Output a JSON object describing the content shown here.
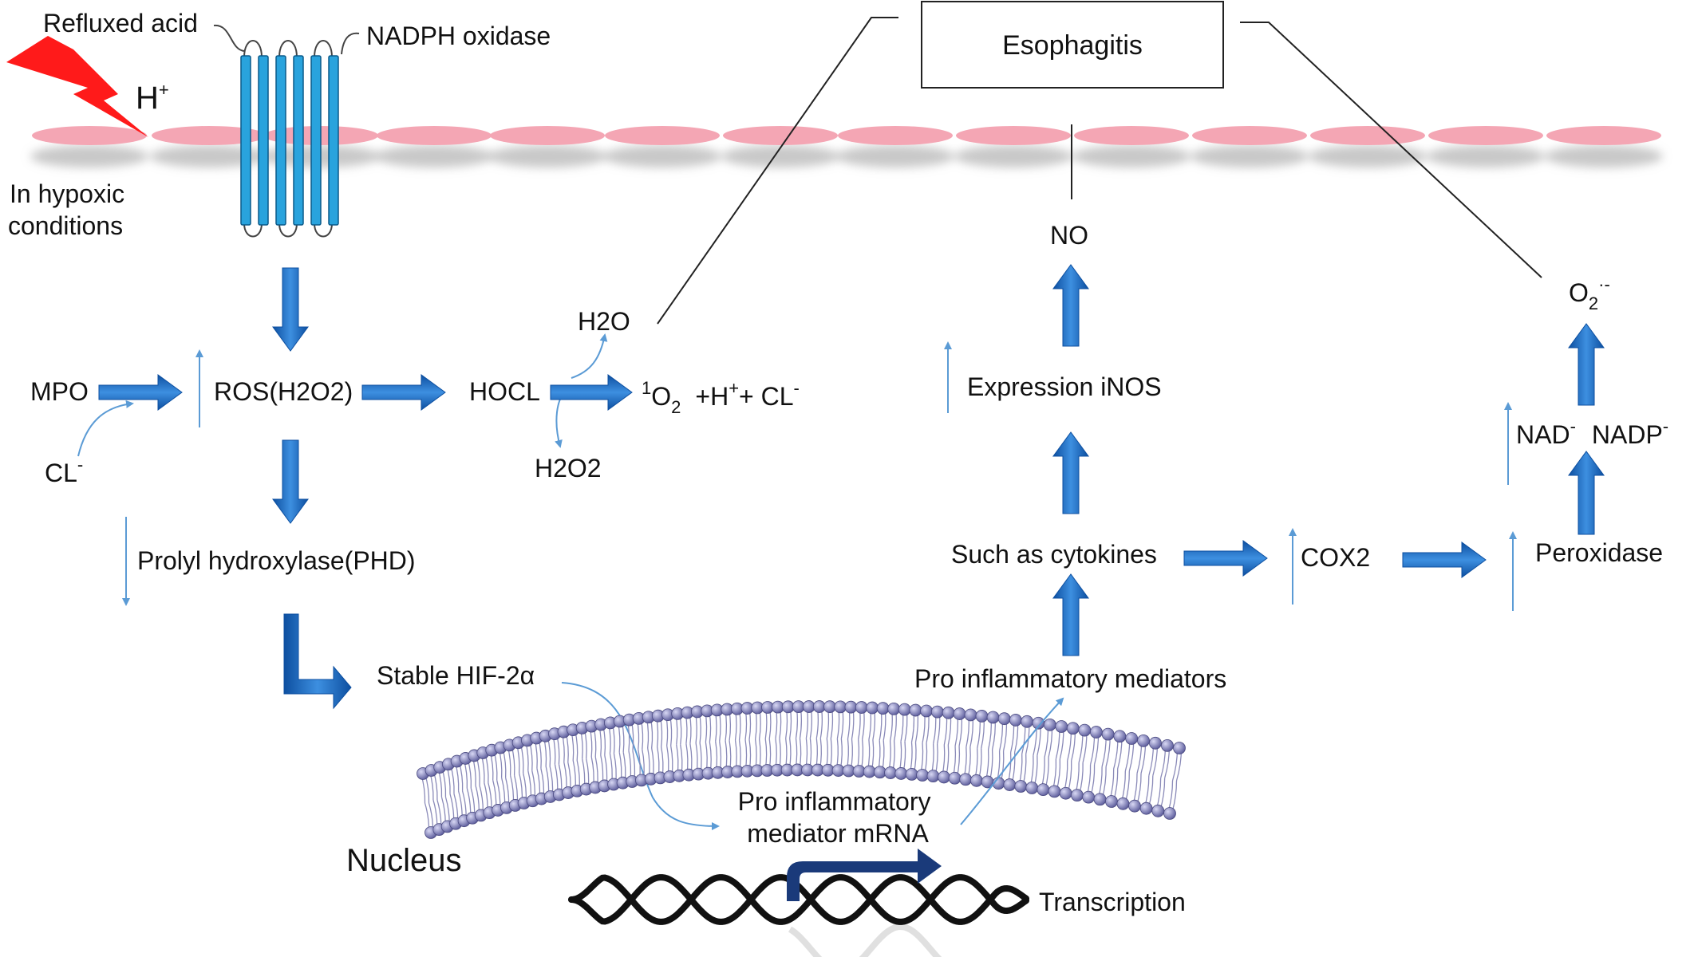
{
  "title": "Esophagitis",
  "labels": {
    "refluxed_acid": "Refluxed acid",
    "nadph_oxidase": "NADPH oxidase",
    "h_plus_base": "H",
    "h_plus_sup": "+",
    "hypoxic_line1": "In hypoxic",
    "hypoxic_line2": "conditions",
    "mpo": "MPO",
    "cl_base": "CL",
    "cl_sup": "-",
    "ros": "ROS(H2O2)",
    "hocl": "HOCL",
    "h2o": "H2O",
    "h2o2": "H2O2",
    "singlet_sup": "1",
    "singlet_o": "O",
    "singlet_sub": "2",
    "plus_h": "+H",
    "plus_h_sup": "+",
    "plus_cl": "+ CL",
    "plus_cl_sup": "-",
    "phd": "Prolyl hydroxylase(PHD)",
    "hif": "Stable HIF-2α",
    "nucleus": "Nucleus",
    "mrna_line1": "Pro inflammatory",
    "mrna_line2": "mediator mRNA",
    "transcription": "Transcription",
    "pro_mediators": "Pro inflammatory mediators",
    "cytokines": "Such as cytokines",
    "inos": "Expression iNOS",
    "no": "NO",
    "cox2": "COX2",
    "peroxidase": "Peroxidase",
    "nad_base": "NAD",
    "nad_sup": "-",
    "nadp_base": "NADP",
    "nadp_sup": "-",
    "o2_base": "O",
    "o2_sub": "2",
    "o2_sup": "·-"
  },
  "colors": {
    "arrow_blue": "#1565c0",
    "arrow_light": "#4a90d9",
    "thin_arrow": "#5b9bd5",
    "membrane_pink": "#f4a6b4",
    "channel_blue": "#29a3dd",
    "lightning_red": "#ff1a1a",
    "lipid_head": "#7a7ab8",
    "dna_black": "#111111",
    "transcription_arrow": "#1a3a7a"
  }
}
